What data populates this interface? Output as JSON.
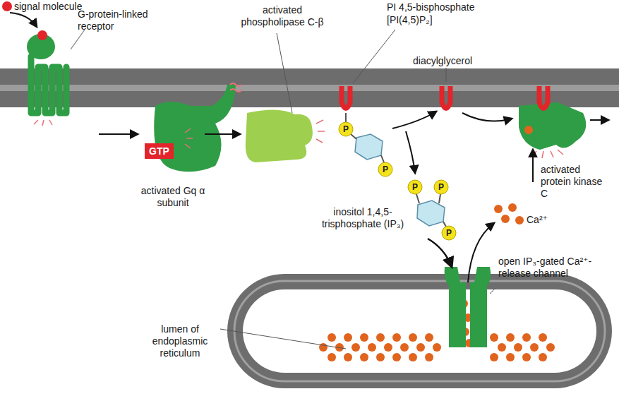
{
  "diagram": {
    "nodes": [
      {
        "text": [
          "GTP"
        ]
      }
    ],
    "edges": [],
    "labels": [
      "signal molecule",
      "G-protein-linked receptor",
      "activated phospholipase C-β",
      "PI 4,5-bisphosphate",
      "[PI(4,5)P₂]",
      "diacylglycerol",
      "activated Gq α subunit",
      "inositol 1,4,5-trisphosphate (IP₃)",
      "activated protein kinase C",
      "Ca²⁺",
      "open IP₃-gated Ca²⁺-release channel",
      "lumen of endoplasmic reticulum",
      "P",
      "P",
      "P",
      "P",
      "P"
    ]
  }
}
